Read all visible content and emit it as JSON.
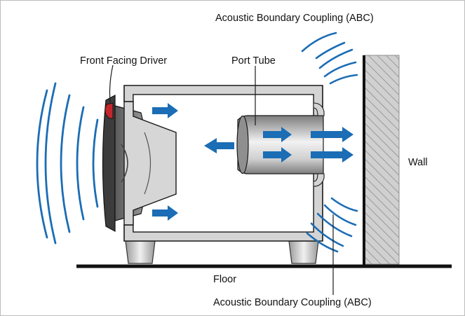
{
  "labels": {
    "abc_top": "Acoustic Boundary Coupling (ABC)",
    "abc_bottom": "Acoustic Boundary Coupling (ABC)",
    "front_driver": "Front Facing Driver",
    "port_tube": "Port Tube",
    "wall": "Wall",
    "floor": "Floor"
  },
  "colors": {
    "arrow_blue": "#1b6db5",
    "wave_blue": "#1b6db5",
    "cabinet_fill": "#d4d4d4",
    "outline": "#1a1a1a",
    "port_dark": "#8a8a8a",
    "port_light": "#e8e8e8",
    "wall_fill": "#cfcfcf",
    "wall_hatch": "#8c8c8c"
  }
}
